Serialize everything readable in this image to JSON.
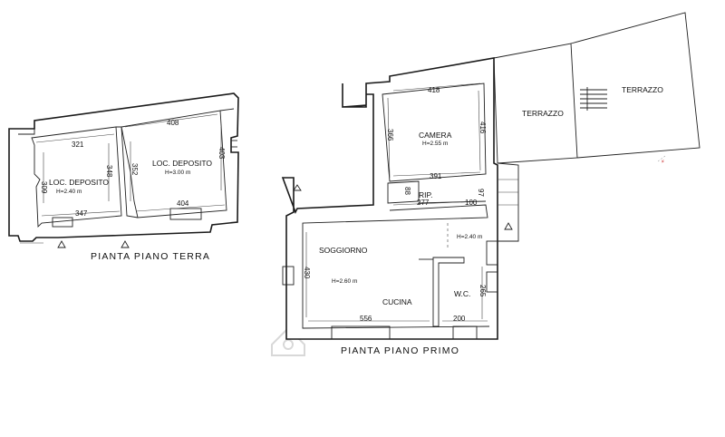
{
  "ground_floor": {
    "title": "PIANTA PIANO TERRA",
    "rooms": [
      {
        "name": "LOC. DEPOSITO",
        "height": "H=2.40 m"
      },
      {
        "name": "LOC. DEPOSITO",
        "height": "H=3.00 m"
      }
    ],
    "dimensions": [
      "321",
      "408",
      "309",
      "348",
      "352",
      "403",
      "347",
      "404"
    ]
  },
  "first_floor": {
    "title": "PIANTA PIANO PRIMO",
    "rooms": {
      "camera": {
        "name": "CAMERA",
        "height": "H=2.55 m"
      },
      "rip": {
        "name": "RIP."
      },
      "soggiorno": {
        "name": "SOGGIORNO",
        "height": "H=2.60 m"
      },
      "cucina": {
        "name": "CUCINA"
      },
      "wc": {
        "name": "W.C.",
        "height": "H=2.40 m"
      },
      "terrazzo_1": {
        "name": "TERRAZZO"
      },
      "terrazzo_2": {
        "name": "TERRAZZO"
      }
    },
    "dimensions": [
      "418",
      "366",
      "416",
      "391",
      "88",
      "277",
      "100",
      "97",
      "430",
      "265",
      "556",
      "200"
    ]
  }
}
